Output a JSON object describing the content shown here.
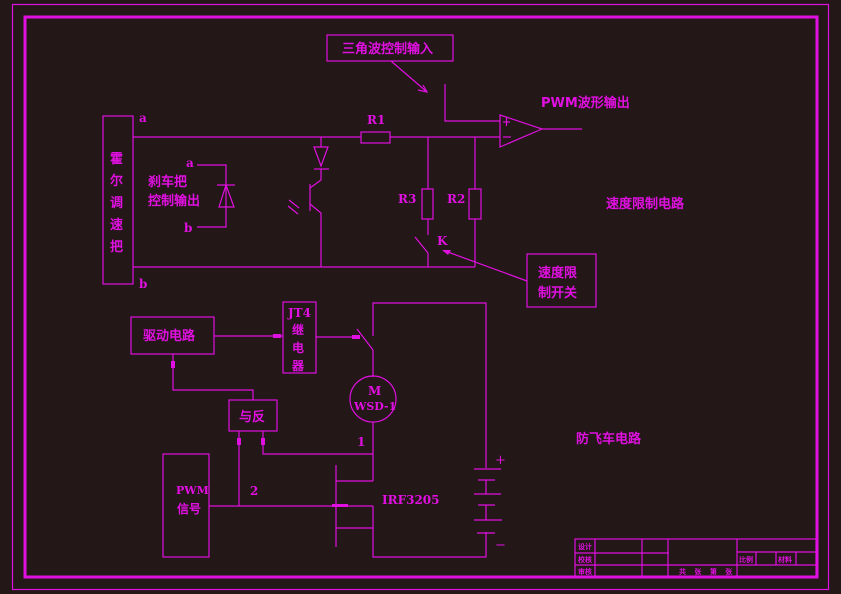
{
  "diagram": {
    "type": "circuit-schematic",
    "color": "#e010e0",
    "background": "#231717"
  },
  "labels": {
    "triangle_input": "三角波控制输入",
    "pwm_output": "PWM波形输出",
    "r1": "R1",
    "r2": "R2",
    "r3": "R3",
    "k": "K",
    "speed_limit_circuit": "速度限制电路",
    "speed_limit_switch_line1": "速度限",
    "speed_limit_switch_line2": "制开关",
    "hall_handle": [
      "霍",
      "尔",
      "调",
      "速",
      "把"
    ],
    "node_a": "a",
    "node_b": "b",
    "brake_line1": "刹车把",
    "brake_line2": "控制输出",
    "brake_a": "a",
    "brake_b": "b",
    "drive_circuit": "驱动电路",
    "relay_name": "JT4",
    "relay_chars": [
      "继",
      "电",
      "器"
    ],
    "and_not": "与反",
    "motor_m": "M",
    "motor_model": "WSD-1",
    "node_1": "1",
    "node_2": "2",
    "pwm_signal_line1": "PWM",
    "pwm_signal_line2": "信号",
    "mosfet": "IRF3205",
    "plus": "+",
    "minus": "−",
    "anti_runaway_circuit": "防飞车电路"
  },
  "title_block": {
    "designer": "设计",
    "checker": "校核",
    "reviewer": "审核",
    "scale": "比例",
    "material": "材料",
    "sheets": "共 张 第 张"
  }
}
